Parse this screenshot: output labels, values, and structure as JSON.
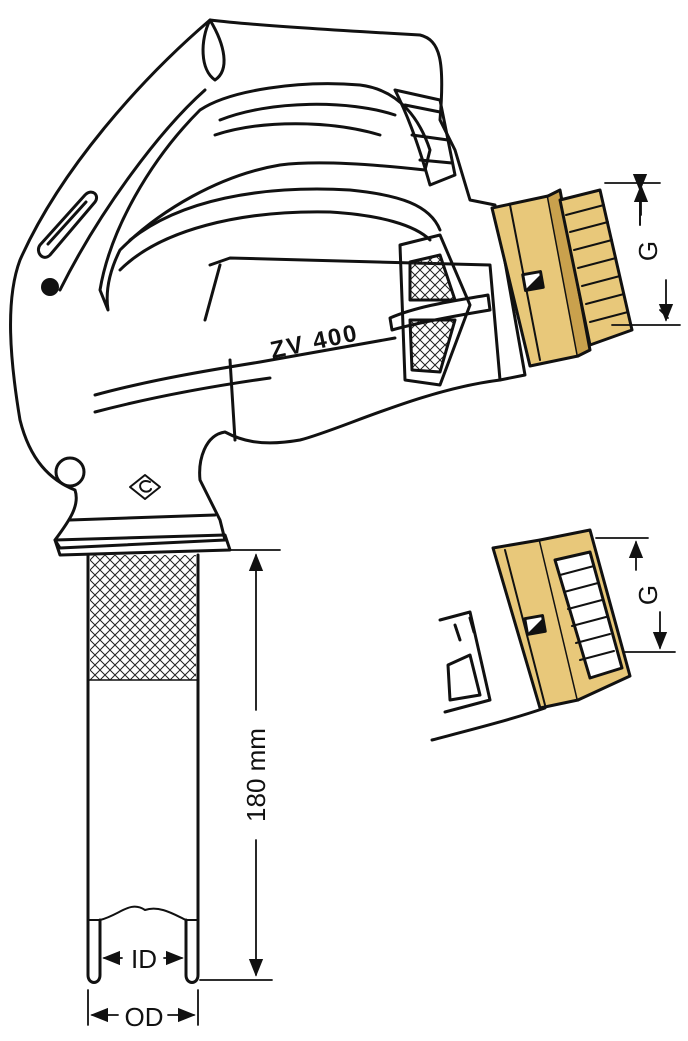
{
  "diagram": {
    "model_label": "ZV 400",
    "labels": {
      "length": "180 mm",
      "thread_top": "G",
      "thread_bottom": "G",
      "inner_diameter": "ID",
      "outer_diameter": "OD"
    },
    "colors": {
      "line": "#111111",
      "brass": "#e8c87a",
      "brass_dark": "#c9a14d",
      "background": "#ffffff"
    },
    "icons": {
      "ce_mark": "ce-mark-icon",
      "arrow": "arrow-icon"
    }
  }
}
